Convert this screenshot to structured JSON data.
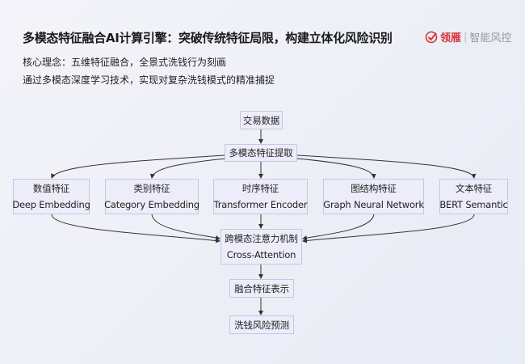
{
  "header": {
    "title": "多模态特征融合AI计算引擎：突破传统特征局限，构建立体化风险识别",
    "logo_brand": "领雁",
    "logo_sep": "|",
    "logo_sub": "智能风控",
    "logo_color": "#d8343c"
  },
  "lines": [
    "核心理念：五维特征融合，全景式洗钱行为刻画",
    "通过多模态深度学习技术，实现对复杂洗钱模式的精准捕捉"
  ],
  "nodes": {
    "data": "交易数据",
    "extract": "多模态特征提取",
    "features": [
      {
        "cn": "数值特征",
        "en": "Deep Embedding"
      },
      {
        "cn": "类别特征",
        "en": "Category Embedding"
      },
      {
        "cn": "时序特征",
        "en": "Transformer Encoder"
      },
      {
        "cn": "图结构特征",
        "en": "Graph Neural Network"
      },
      {
        "cn": "文本特征",
        "en": "BERT Semantic"
      }
    ],
    "attention": {
      "cn": "跨模态注意力机制",
      "en": "Cross-Attention"
    },
    "fusion": "融合特征表示",
    "predict": "洗钱风险预测"
  }
}
